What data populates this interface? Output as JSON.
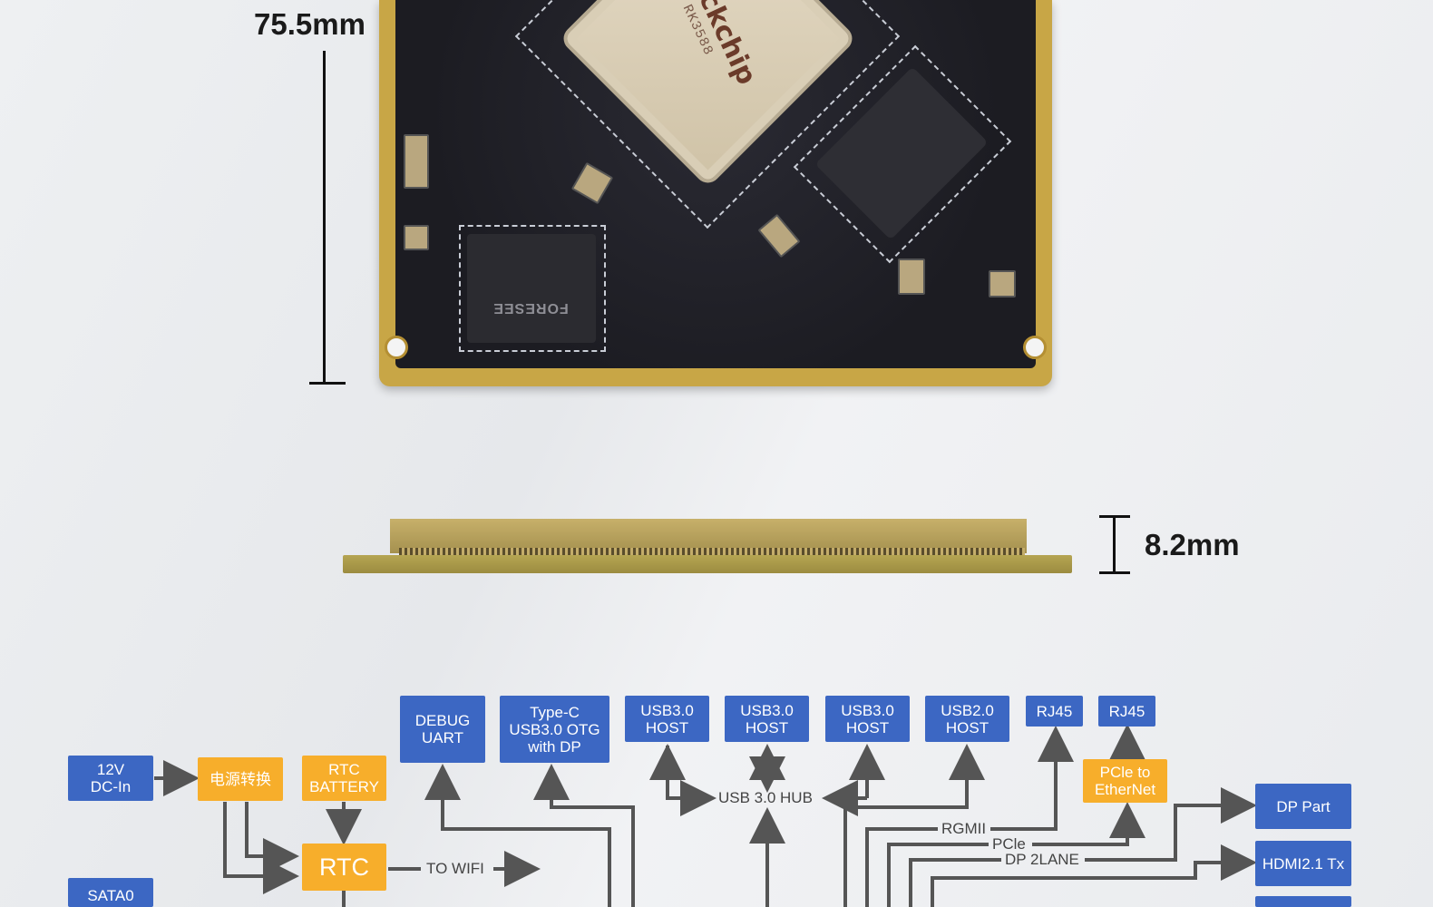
{
  "dimensions": {
    "height_label": "75.5mm",
    "thickness_label": "8.2mm"
  },
  "board": {
    "soc_brand": "Rockchip",
    "soc_model": "RK3588",
    "emmc_brand": "FORESEE"
  },
  "diagram": {
    "blocks": {
      "dc_in": "12V\nDC-In",
      "power_conv": "电源转换",
      "rtc_battery": "RTC\nBATTERY",
      "rtc": "RTC",
      "sata": "SATA0",
      "debug_uart": "DEBUG\nUART",
      "typec": "Type-C\nUSB3.0 OTG\nwith DP",
      "usb3_host_1": "USB3.0\nHOST",
      "usb3_host_2": "USB3.0\nHOST",
      "usb3_host_3": "USB3.0\nHOST",
      "usb2_host": "USB2.0\nHOST",
      "rj45_1": "RJ45",
      "rj45_2": "RJ45",
      "pcie_eth": "PCle to\nEtherNet",
      "dp_part": "DP Part",
      "hdmi_tx": "HDMI2.1 Tx"
    },
    "labels": {
      "to_wifi": "TO WIFI",
      "usb_hub": "USB 3.0 HUB",
      "rgmii": "RGMII",
      "pcie": "PCle",
      "dp2lane": "DP 2LANE"
    },
    "colors": {
      "block_blue": "#3c67c3",
      "block_orange": "#f7ae2b",
      "wire": "#555555"
    }
  }
}
